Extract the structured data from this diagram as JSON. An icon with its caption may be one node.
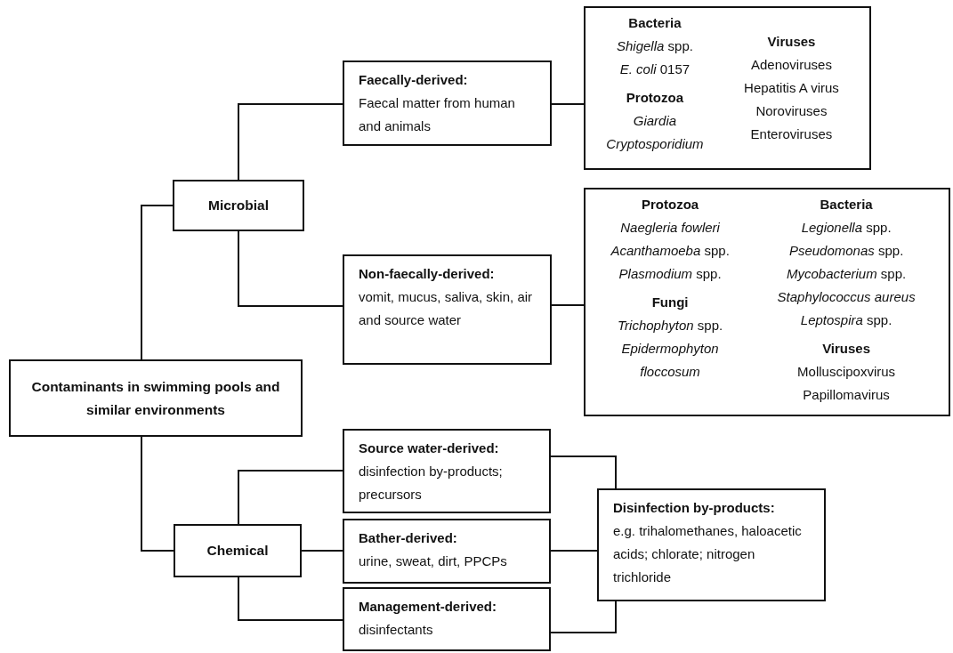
{
  "diagram": {
    "nodes": [
      {
        "text": [
          "Contaminants in swimming pools and similar environments"
        ]
      },
      {
        "text": [
          "Microbial"
        ]
      },
      {
        "text": [
          "Faecally-derived:",
          "Faecal matter from human and animals"
        ]
      },
      {
        "text": [
          "Bacteria",
          "*Shigella* spp.",
          "*E. coli* 0157",
          "Protozoa",
          "Giardia",
          "Cryptosporidium",
          "Viruses",
          "Adenoviruses",
          "Hepatitis A virus",
          "Noroviruses",
          "Enteroviruses"
        ]
      },
      {
        "text": [
          "Non-faecally-derived:",
          "vomit, mucus, saliva, skin, air and source water"
        ]
      },
      {
        "text": [
          "Protozoa",
          "Naegleria fowleri",
          "*Acanthamoeba* spp.",
          "*Plasmodium* spp.",
          "Fungi",
          "*Trichophyton* spp.",
          "Epidermophyton floccosum",
          "Bacteria",
          "*Legionella* spp.",
          "*Pseudomonas* spp.",
          "*Mycobacterium* spp.",
          "Staphylococcus aureus",
          "*Leptospira* spp.",
          "Viruses",
          "Molluscipoxvirus",
          "Papillomavirus"
        ]
      },
      {
        "text": [
          "Chemical"
        ]
      },
      {
        "text": [
          "Source water-derived:",
          "disinfection by-products; precursors"
        ]
      },
      {
        "text": [
          "Bather-derived:",
          "urine, sweat, dirt, PPCPs"
        ]
      },
      {
        "text": [
          "Management-derived:",
          "disinfectants"
        ]
      },
      {
        "text": [
          "Disinfection by-products:",
          "e.g. trihalomethanes, haloacetic acids; chlorate; nitrogen trichloride"
        ]
      }
    ],
    "edges": [
      {
        "from": 0,
        "to": 1,
        "arrow": "none"
      },
      {
        "from": 1,
        "to": 2,
        "arrow": "none"
      },
      {
        "from": 2,
        "to": 3,
        "arrow": "none"
      },
      {
        "from": 1,
        "to": 4,
        "arrow": "none"
      },
      {
        "from": 4,
        "to": 5,
        "arrow": "none"
      },
      {
        "from": 0,
        "to": 6,
        "arrow": "none"
      },
      {
        "from": 6,
        "to": 7,
        "arrow": "none"
      },
      {
        "from": 6,
        "to": 8,
        "arrow": "none"
      },
      {
        "from": 6,
        "to": 9,
        "arrow": "none"
      },
      {
        "from": 7,
        "to": 10,
        "arrow": "none"
      },
      {
        "from": 8,
        "to": 10,
        "arrow": "none"
      },
      {
        "from": 9,
        "to": 10,
        "arrow": "none"
      }
    ]
  }
}
